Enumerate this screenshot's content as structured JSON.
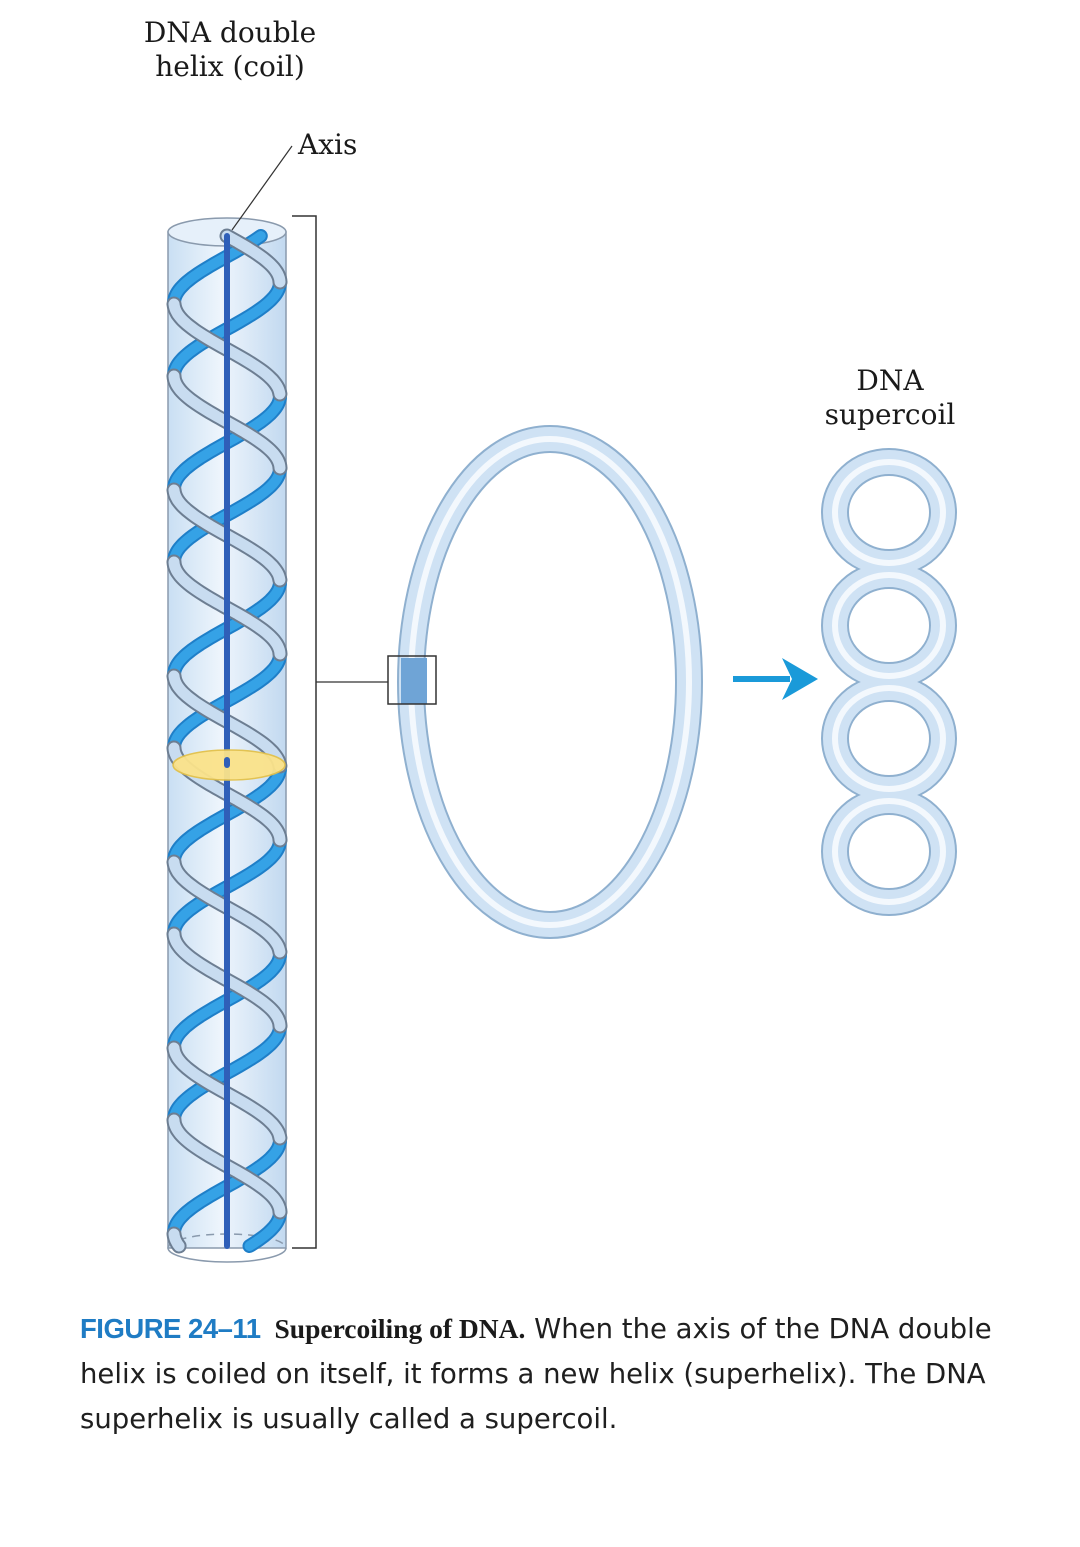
{
  "labels": {
    "helix_line1": "DNA double",
    "helix_line2": "helix (coil)",
    "axis": "Axis",
    "supercoil_line1": "DNA",
    "supercoil_line2": "supercoil"
  },
  "caption": {
    "number": "FIGURE 24–11",
    "title": "Supercoiling of DNA.",
    "text": "When the axis of the DNA double helix is coiled on itself, it forms a new helix (superhelix). The DNA superhelix is usually called a supercoil."
  },
  "colors": {
    "cylinder_fill": "#dcebf8",
    "strand_front": "#c2d7ee",
    "strand_back": "#2f9be0",
    "axis": "#2f5fb8",
    "plane": "#fbe38a",
    "circle": "#bcd6ef",
    "arrow": "#1a9ad9",
    "caption_accent": "#1f7cc4"
  }
}
